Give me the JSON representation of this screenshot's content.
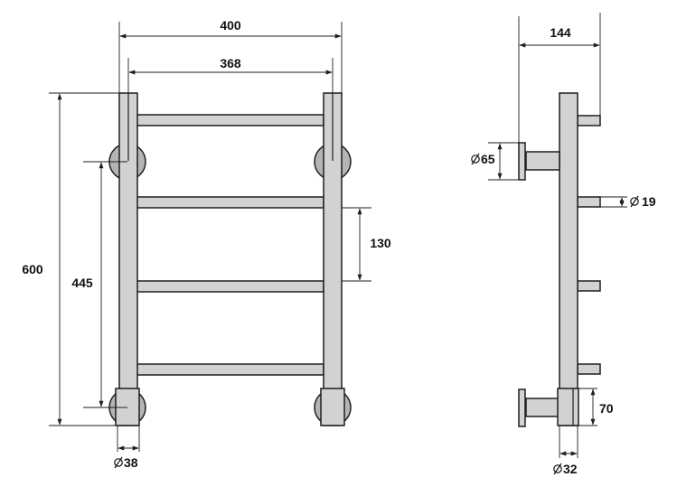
{
  "dimensions": {
    "overall_width": "400",
    "rail_centers": "368",
    "height": "600",
    "mount_centers": "445",
    "bar_spacing": "130",
    "depth": "144",
    "bracket_diameter": "65",
    "bar_diameter": "19",
    "rail_diameter": "38",
    "upright_width": "32",
    "base_height": "70"
  }
}
